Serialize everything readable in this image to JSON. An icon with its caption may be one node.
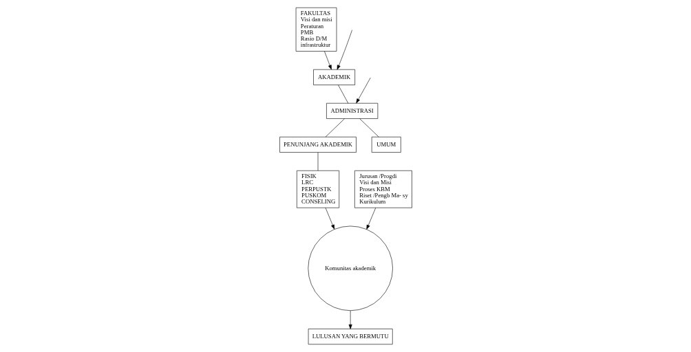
{
  "diagram": {
    "nodes": [
      {
        "text": [
          "FAKULTAS",
          "Visi dan misi",
          "Peraturan",
          "PMB",
          "Rasio D/M",
          "infrastruktur"
        ]
      },
      {
        "text": [
          "AKADEMIK"
        ]
      },
      {
        "text": [
          "ADMINISTRASI"
        ]
      },
      {
        "text": [
          "PENUNJANG AKADEMIK"
        ]
      },
      {
        "text": [
          "UMUM"
        ]
      },
      {
        "text": [
          "Komunitas akademik"
        ]
      },
      {
        "text": [
          "Jurusan /Progdi",
          "Visi dan Misi",
          "Proses KBM",
          "Riset /Pengb Ma- sy",
          "Kurikulum"
        ]
      },
      {
        "text": [
          "FISIK",
          "LRC",
          "PERPUSTK",
          "PUSKOM",
          "CONSELING"
        ]
      },
      {
        "text": [
          "LULUSAN YANG BERMUTU"
        ]
      }
    ],
    "edges": [
      {
        "from": null,
        "to": 1,
        "arrow": "to"
      },
      {
        "from": null,
        "to": 2,
        "arrow": "to"
      },
      {
        "from": 1,
        "to": 2,
        "arrow": "none"
      },
      {
        "from": 2,
        "to": 3,
        "arrow": "none"
      },
      {
        "from": 2,
        "to": 4,
        "arrow": "none"
      },
      {
        "from": 0,
        "to": 1,
        "arrow": "to"
      },
      {
        "from": 3,
        "to": 7,
        "arrow": "none"
      },
      {
        "from": 6,
        "to": 5,
        "arrow": "to"
      },
      {
        "from": 7,
        "to": 5,
        "arrow": "to"
      },
      {
        "from": 5,
        "to": 8,
        "arrow": "to"
      }
    ]
  }
}
